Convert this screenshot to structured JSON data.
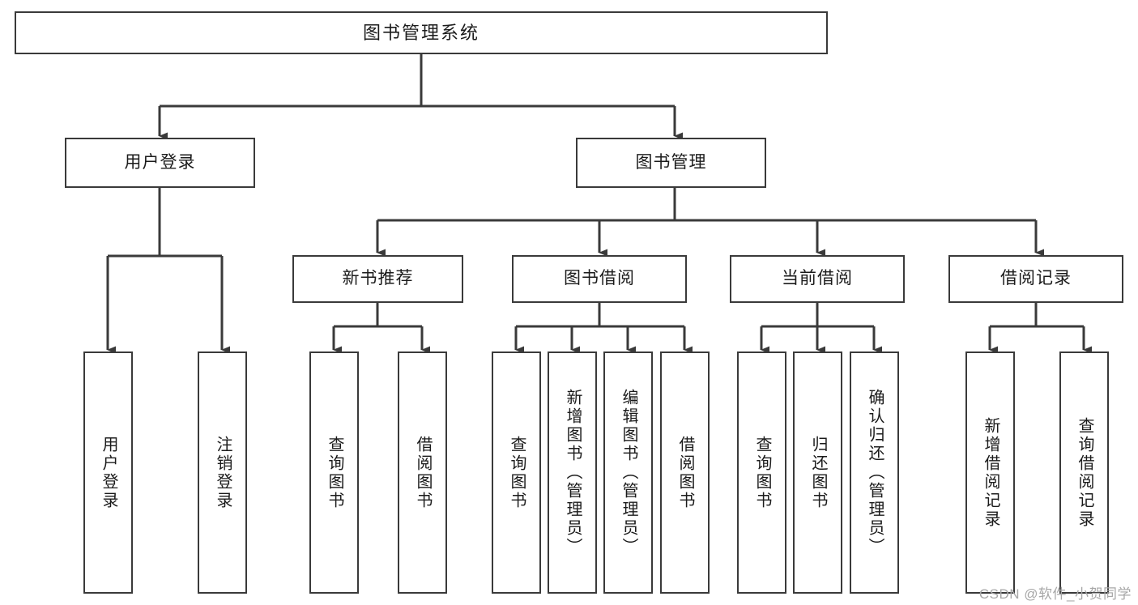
{
  "diagram": {
    "title": "图书管理系统",
    "type": "tree",
    "orientation": "top-down",
    "colors": {
      "background": "#ffffff",
      "box_border": "#3a3a3a",
      "box_fill": "#ffffff",
      "text": "#1b1b1b",
      "connector": "#3a3a3a",
      "watermark": "#a7a7a7"
    },
    "watermark": "CSDN @软件_小贺同学"
  },
  "nodes": {
    "root": {
      "label": "图书管理系统"
    },
    "level2": [
      {
        "id": "user-login",
        "label": "用户登录"
      },
      {
        "id": "book-management",
        "label": "图书管理"
      }
    ],
    "level3": [
      {
        "id": "new-book-recommend",
        "label": "新书推荐"
      },
      {
        "id": "book-borrow",
        "label": "图书借阅"
      },
      {
        "id": "current-borrow",
        "label": "当前借阅"
      },
      {
        "id": "borrow-record",
        "label": "借阅记录"
      }
    ],
    "leaves": {
      "user_login": [
        {
          "id": "user-login-leaf",
          "label": "用户登录"
        },
        {
          "id": "logout-leaf",
          "label": "注销登录"
        }
      ],
      "new_book_recommend": [
        {
          "id": "query-book-a",
          "label": "查询图书"
        },
        {
          "id": "borrow-book-a",
          "label": "借阅图书"
        }
      ],
      "book_borrow": [
        {
          "id": "query-book-b",
          "label": "查询图书"
        },
        {
          "id": "add-book",
          "label": "新增图书（管理员）"
        },
        {
          "id": "edit-book",
          "label": "编辑图书（管理员）"
        },
        {
          "id": "borrow-book-b",
          "label": "借阅图书"
        }
      ],
      "current_borrow": [
        {
          "id": "query-book-c",
          "label": "查询图书"
        },
        {
          "id": "return-book",
          "label": "归还图书"
        },
        {
          "id": "confirm-return",
          "label": "确认归还（管理员）"
        }
      ],
      "borrow_record": [
        {
          "id": "add-borrow-record",
          "label": "新增借阅记录"
        },
        {
          "id": "query-borrow-record",
          "label": "查询借阅记录"
        }
      ]
    }
  }
}
